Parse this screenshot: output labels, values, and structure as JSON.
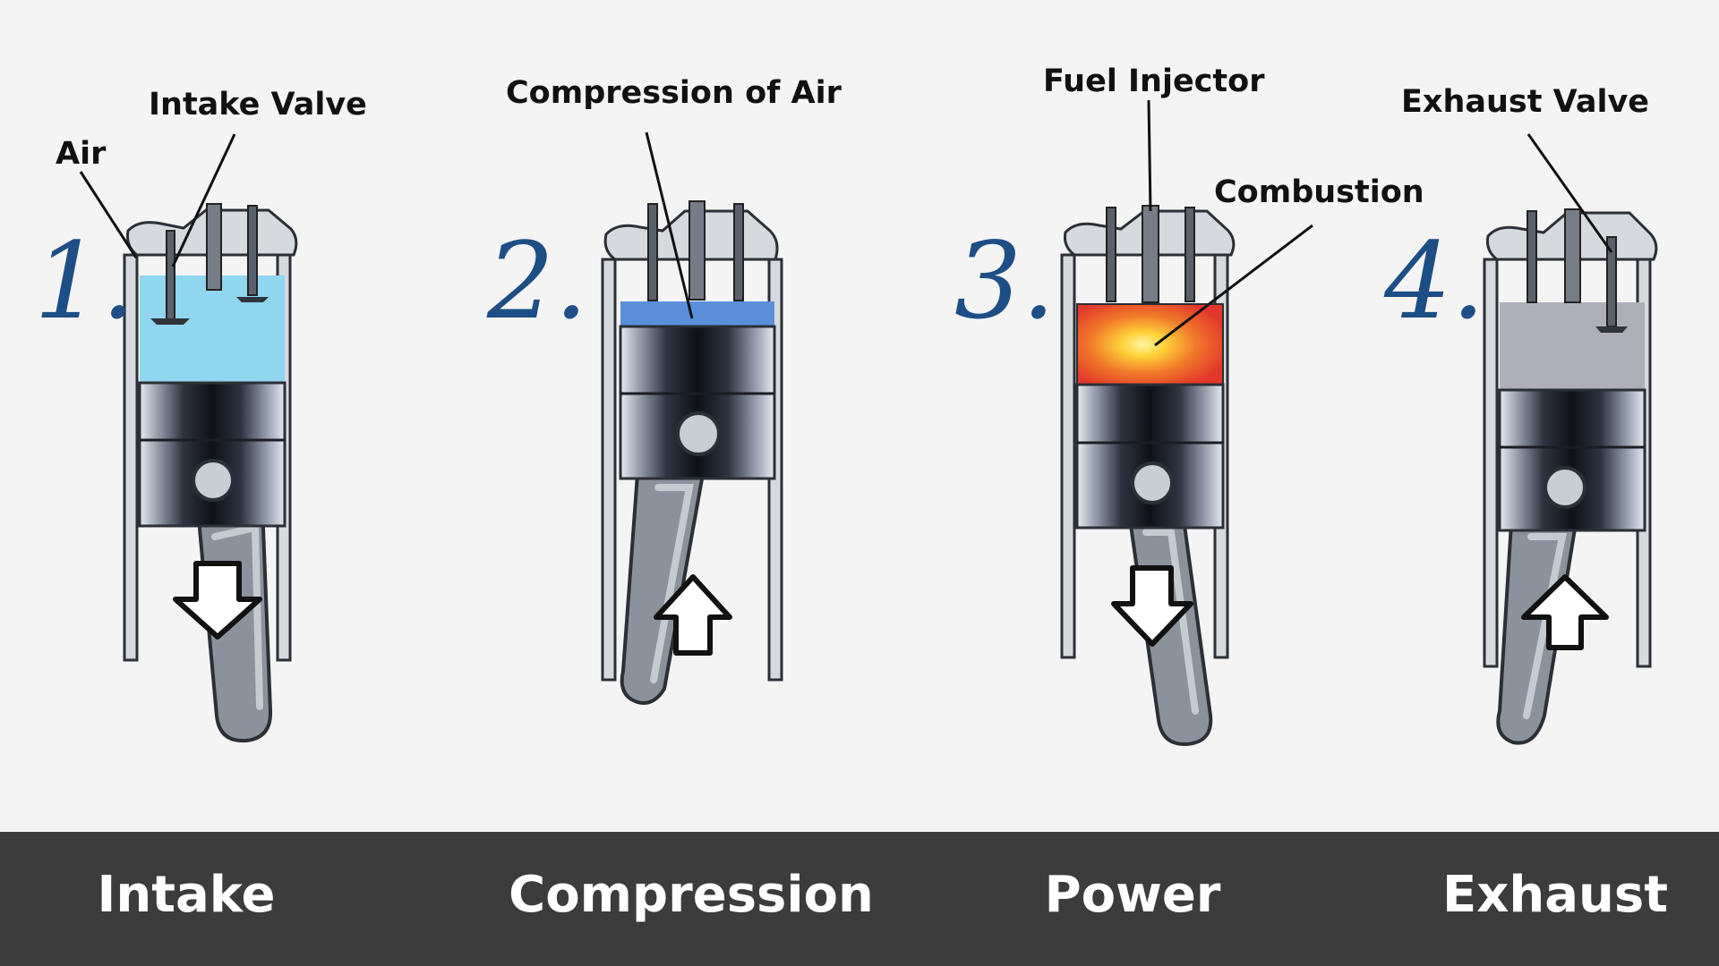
{
  "colors": {
    "air_light": "#8fd6ee",
    "air_compressed": "#5b8fdc",
    "combustion_red": "#e2382b",
    "combustion_glow": "#ffe14a",
    "exhaust_gray": "#aeafb8",
    "number_blue": "#1d4e85",
    "footer_bg": "#3c3c3c"
  },
  "stages": [
    {
      "number": "1.",
      "name": "Intake",
      "chamber": "air",
      "piston_direction": "down",
      "labels": [
        "Air",
        "Intake Valve"
      ]
    },
    {
      "number": "2.",
      "name": "Compression",
      "chamber": "compressed-air",
      "piston_direction": "up",
      "labels": [
        "Compression of Air"
      ]
    },
    {
      "number": "3.",
      "name": "Power",
      "chamber": "combustion",
      "piston_direction": "down",
      "labels": [
        "Fuel Injector",
        "Combustion"
      ]
    },
    {
      "number": "4.",
      "name": "Exhaust",
      "chamber": "exhaust",
      "piston_direction": "up",
      "labels": [
        "Exhaust Valve"
      ]
    }
  ]
}
